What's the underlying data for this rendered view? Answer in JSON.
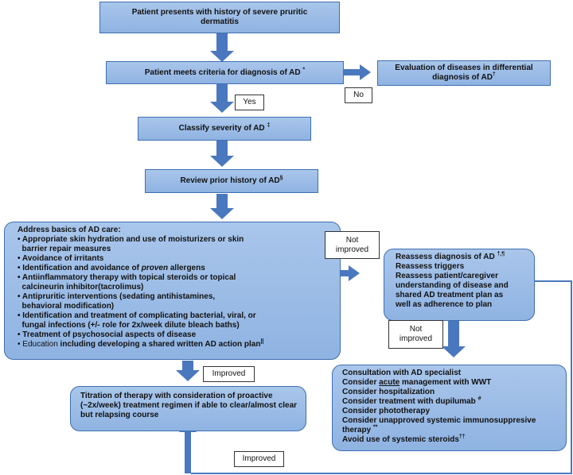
{
  "colors": {
    "box_fill": "#9bbde6",
    "box_border": "#3f6fb0",
    "arrow": "#4a78be"
  },
  "nodes": {
    "presents": "Patient presents with history of severe pruritic dermatitis",
    "meets_criteria": "Patient meets criteria for diagnosis of AD",
    "meets_criteria_sup": "*",
    "evaluation": "Evaluation of diseases in differential diagnosis of AD",
    "evaluation_sup": "†",
    "classify": "Classify severity of AD",
    "classify_sup": "‡",
    "review": "Review prior history of AD",
    "review_sup": "§",
    "titration": "Titration of therapy with consideration of proactive (~2x/week) treatment regimen if able to clear/almost clear but relapsing course"
  },
  "basics": {
    "title": "Address basics of AD care:",
    "items": [
      "• Appropriate skin hydration and use of moisturizers or skin",
      "  barrier repair measures",
      "• Avoidance of irritants",
      "• Identification and avoidance of ",
      "• Antiinflammatory therapy with topical steroids or topical",
      "  calcineurin inhibitor(tacrolimus)",
      "• Antipruritic interventions (sedating antihistamines,",
      "  behavioral modification)",
      "• Identification and treatment of complicating bacterial, viral, or",
      "  fungal infections (+/- role for 2x/week dilute bleach baths)",
      "• Treatment of psychosocial aspects of disease",
      "• Education ",
      "including developing a shared written AD action plan"
    ],
    "proven": "proven",
    "allergens": " allergens",
    "education_sup": "||"
  },
  "reassess": {
    "l1": "Reassess diagnosis of AD",
    "l1_sup": "†,¶",
    "l2": "Reassess triggers",
    "l3": "Reassess patient/caregiver",
    "l4": "understanding of disease and",
    "l5a": "shared AD",
    "l5b": " treatment plan as",
    "l6": "well as adherence to plan"
  },
  "specialist": {
    "l1": "Consultation with AD specialist",
    "l2a": "Consider ",
    "l2b": "acute",
    "l2c": " management with WWT",
    "l3": "Consider hospitalization",
    "l4": "Consider treatment with dupilumab",
    "l4_sup": "#",
    "l5": "Consider phototherapy",
    "l6": "Consider unapproved systemic immunosuppresive",
    "l7": "therapy",
    "l7_sup": "**",
    "l8": "Avoid use of systemic steroids",
    "l8_sup": "††"
  },
  "edge_labels": {
    "yes": "Yes",
    "no": "No",
    "not_improved_1": "Not improved",
    "not_improved_2": "Not improved",
    "improved_1": "Improved",
    "improved_2": "Improved"
  }
}
